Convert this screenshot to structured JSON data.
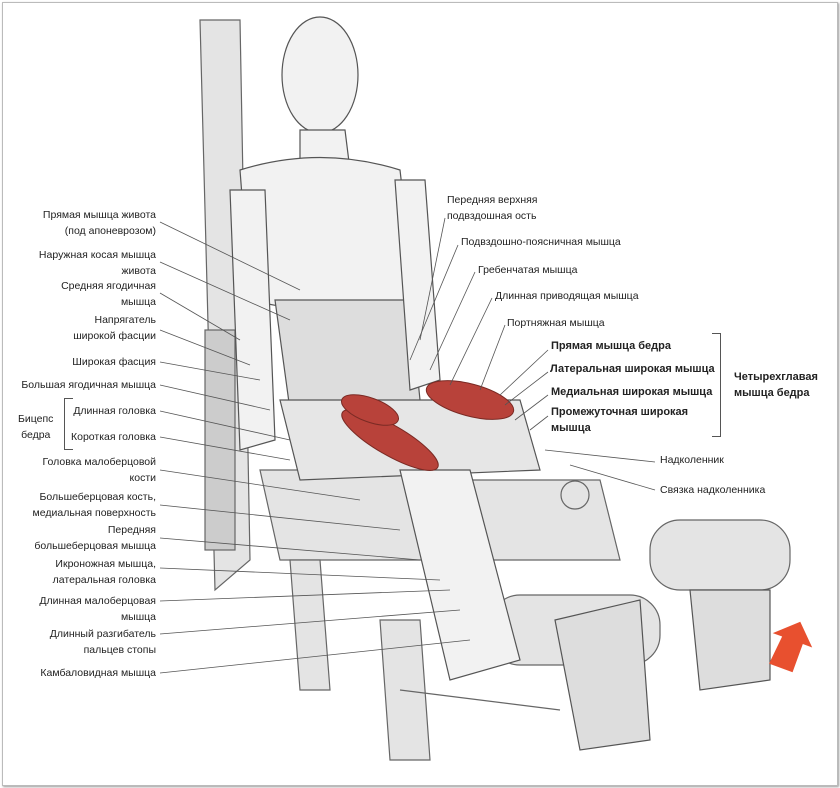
{
  "left_labels": [
    {
      "l1": "Прямая мышца живота",
      "l2": "(под апоневрозом)"
    },
    {
      "l1": "Наружная косая мышца",
      "l2": "живота"
    },
    {
      "l1": "Средняя ягодичная",
      "l2": "мышца"
    },
    {
      "l1": "Напрягатель",
      "l2": "широкой фасции"
    },
    {
      "l1": "Широкая фасция"
    },
    {
      "l1": "Большая ягодичная мышца"
    },
    {
      "l1": "Головка малоберцовой",
      "l2": "кости"
    },
    {
      "l1": "Большеберцовая кость,",
      "l2": "медиальная поверхность"
    },
    {
      "l1": "Передняя",
      "l2": "большеберцовая мышца"
    },
    {
      "l1": "Икроножная мышца,",
      "l2": "латеральная головка"
    },
    {
      "l1": "Длинная малоберцовая",
      "l2": "мышца"
    },
    {
      "l1": "Длинный разгибатель",
      "l2": "пальцев стопы"
    },
    {
      "l1": "Камбаловидная мышца"
    }
  ],
  "biceps": {
    "group_l1": "Бицепс",
    "group_l2": "бедра",
    "long_head": "Длинная головка",
    "short_head": "Короткая головка"
  },
  "right_labels": [
    {
      "l1": "Передняя верхняя",
      "l2": "подвздошная ость"
    },
    {
      "l1": "Подвздошно-поясничная мышца"
    },
    {
      "l1": "Гребенчатая мышца"
    },
    {
      "l1": "Длинная приводящая мышца"
    },
    {
      "l1": "Портняжная мышца"
    }
  ],
  "quadriceps": {
    "group_l1": "Четырехглавая",
    "group_l2": "мышца бедра",
    "parts": [
      "Прямая мышца бедра",
      "Латеральная широкая мышца",
      "Медиальная широкая мышца",
      "Промежуточная широкая",
      "мышца"
    ]
  },
  "patella": "Надколенник",
  "patellar_ligament": "Связка надколенника",
  "colors": {
    "muscle": "#b8423a",
    "arrow": "#e8502f",
    "sketch": "#666666"
  }
}
